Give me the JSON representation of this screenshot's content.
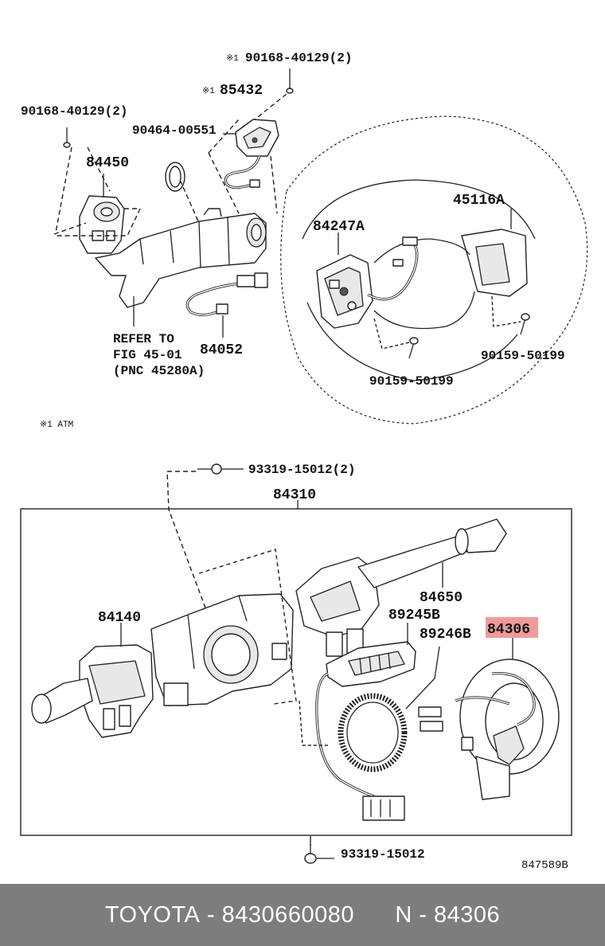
{
  "labels": {
    "p90168_top": "90168-40129(2)",
    "mark_top": "※1",
    "p85432": "85432",
    "mark_85432": "※1",
    "p90168_left": "90168-40129(2)",
    "p90464": "90464-00551",
    "p84450": "84450",
    "p84247a": "84247A",
    "p45116a": "45116A",
    "refer_line1": "REFER TO",
    "refer_line2": "FIG 45-01",
    "refer_line3": "(PNC 45280A)",
    "p84052": "84052",
    "p90159_right": "90159-50199",
    "p90159_mid": "90159-50199",
    "note_atm": "※1 ATM",
    "p93319_top": "93319-15012(2)",
    "p84310": "84310",
    "p84650": "84650",
    "p84140": "84140",
    "p89245b": "89245B",
    "p89246b": "89246B",
    "p84306": "84306",
    "p93319_bottom": "93319-15012",
    "ref_code": "847589B"
  },
  "highlight_color": "#f19a9a",
  "footer": {
    "brand": "TOYOTA",
    "part_number": "8430660080",
    "pnc": "N - 84306",
    "separator": " - "
  }
}
